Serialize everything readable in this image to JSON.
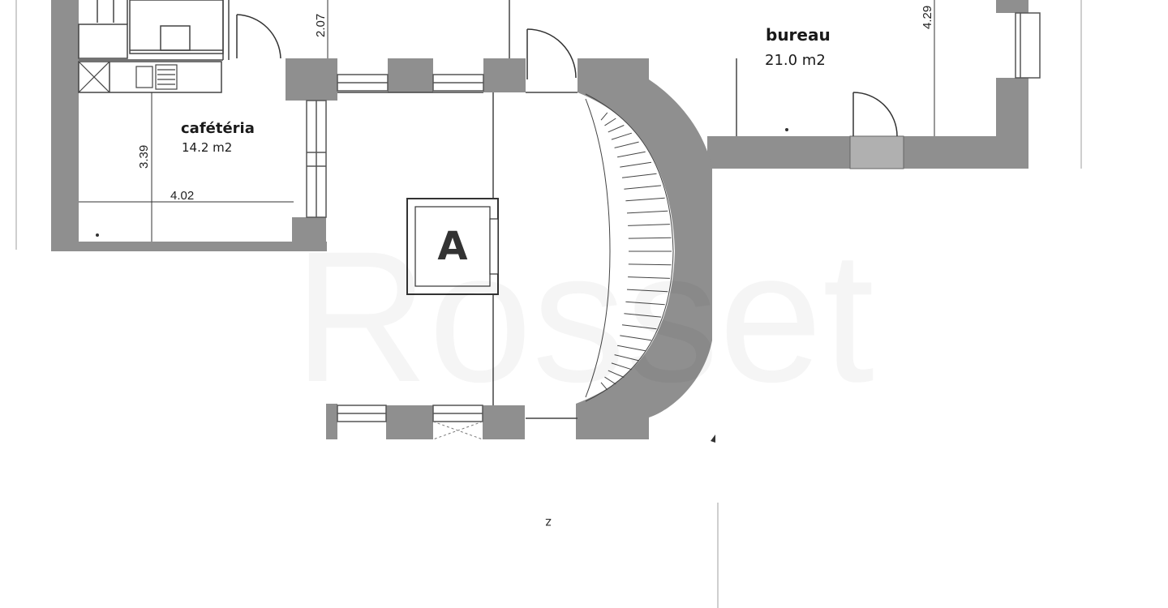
{
  "rooms": {
    "cafeteria": {
      "name": "cafétéria",
      "area": "14.2 m2"
    },
    "bureau": {
      "name": "bureau",
      "area": "21.0 m2"
    }
  },
  "dimensions": {
    "cafeteria_height": "3.39",
    "cafeteria_width": "4.02",
    "corridor": "2.07",
    "bureau_height": "4.29"
  },
  "elevator_label": "A",
  "north_marker": "z",
  "watermark": "Rosset",
  "colors": {
    "wall": "#8f8f8f",
    "line": "#444444",
    "background": "#ffffff"
  }
}
